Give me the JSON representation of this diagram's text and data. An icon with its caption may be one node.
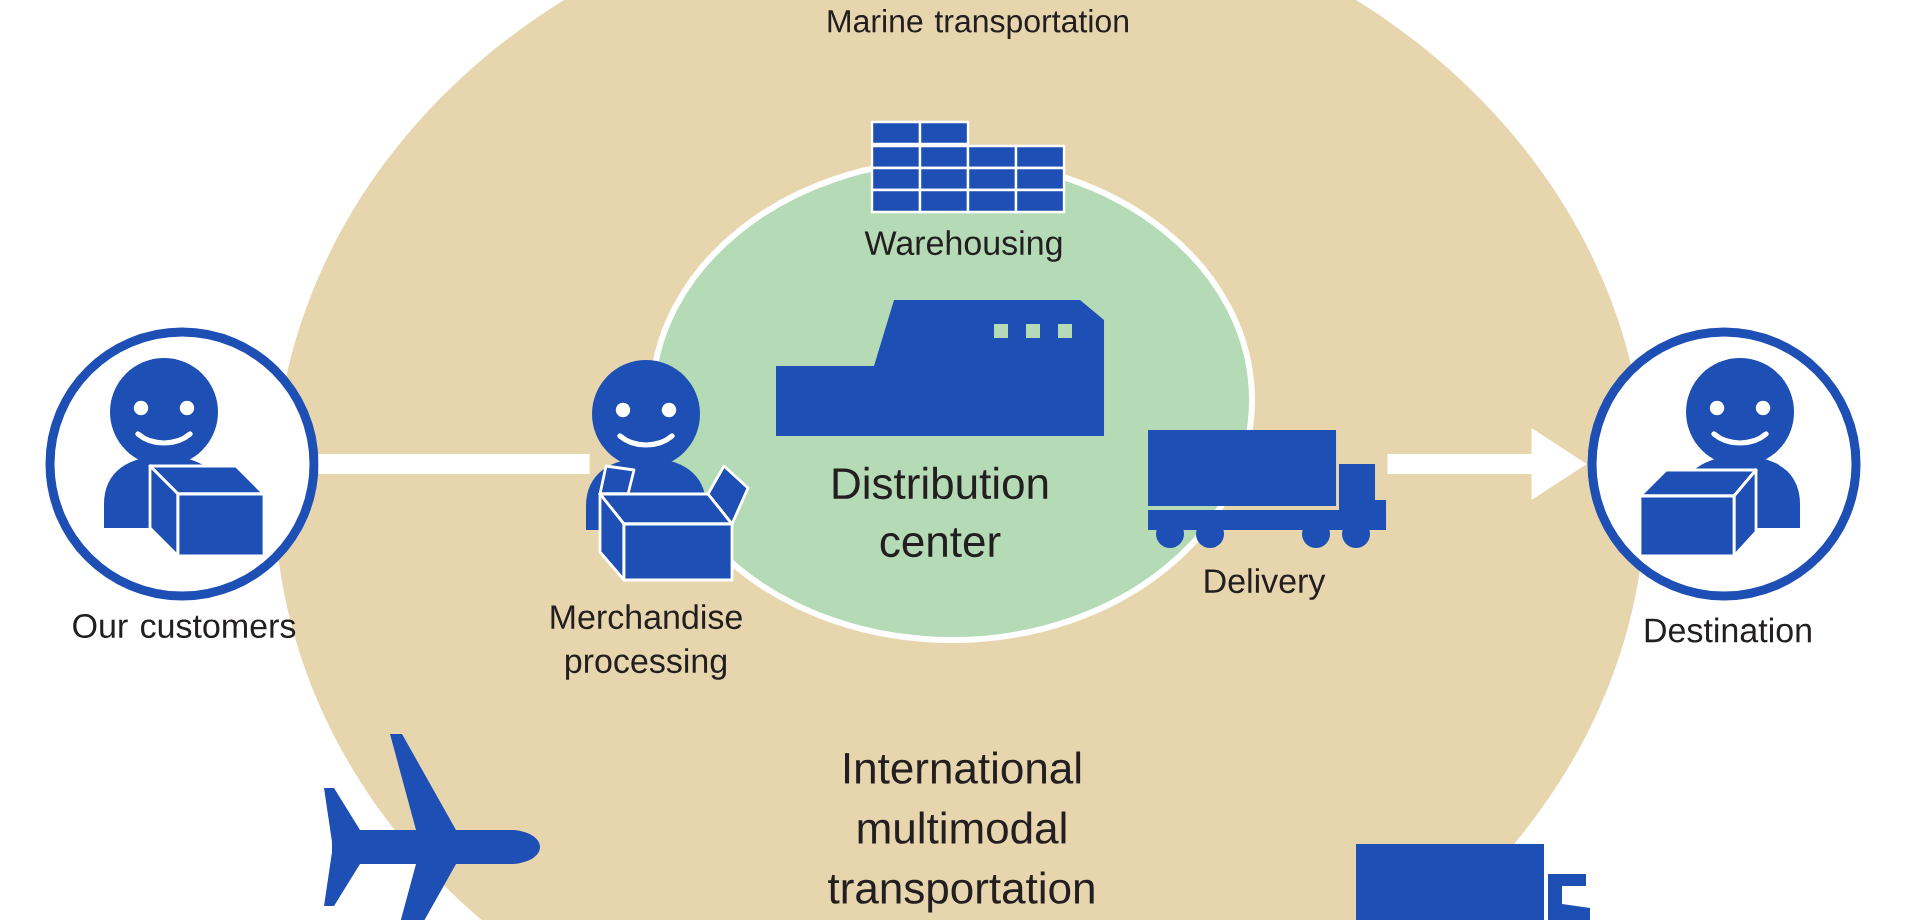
{
  "diagram": {
    "nodes": [
      {
        "text": [
          "International multimodal transportation"
        ]
      },
      {
        "text": [
          "Distribution center"
        ],
        "in": 0
      },
      {
        "text": [
          "Our customers"
        ]
      },
      {
        "text": [
          "Merchandise processing"
        ],
        "in": 0
      },
      {
        "text": [
          "Delivery"
        ],
        "in": 0
      },
      {
        "text": [
          "Destination"
        ]
      }
    ],
    "edges": [
      {
        "from": 2,
        "to": 3,
        "arrow": "none"
      },
      {
        "from": 4,
        "to": 5,
        "arrow": "to"
      }
    ],
    "labels": [
      "Marine transportation",
      "Warehousing"
    ]
  }
}
